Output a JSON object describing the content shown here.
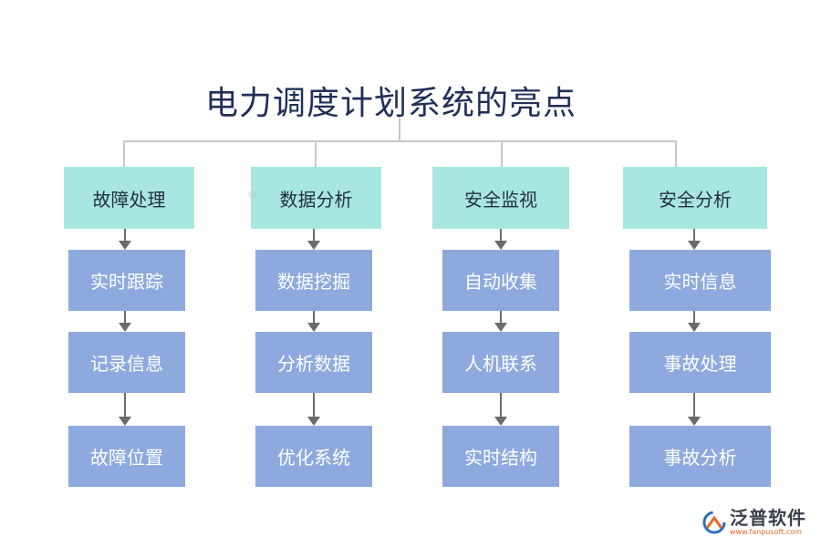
{
  "title": "电力调度计划系统的亮点",
  "columns": [
    {
      "heading": "故障处理",
      "items": [
        "实时跟踪",
        "记录信息",
        "故障位置"
      ]
    },
    {
      "heading": "数据分析",
      "items": [
        "数据挖掘",
        "分析数据",
        "优化系统"
      ]
    },
    {
      "heading": "安全监视",
      "items": [
        "自动收集",
        "人机联系",
        "实时结构"
      ]
    },
    {
      "heading": "安全分析",
      "items": [
        "实时信息",
        "事故处理",
        "事故分析"
      ]
    }
  ],
  "colors": {
    "heading_fill": "#a8e6e0",
    "item_fill": "#8ea9de",
    "title_text": "#1f2f58",
    "connector": "#c8c8c8",
    "arrow": "#6b6b6b"
  },
  "logo": {
    "name": "泛普软件",
    "url": "www.fanpusoft.com",
    "icon": "fanpu-logo-icon"
  }
}
